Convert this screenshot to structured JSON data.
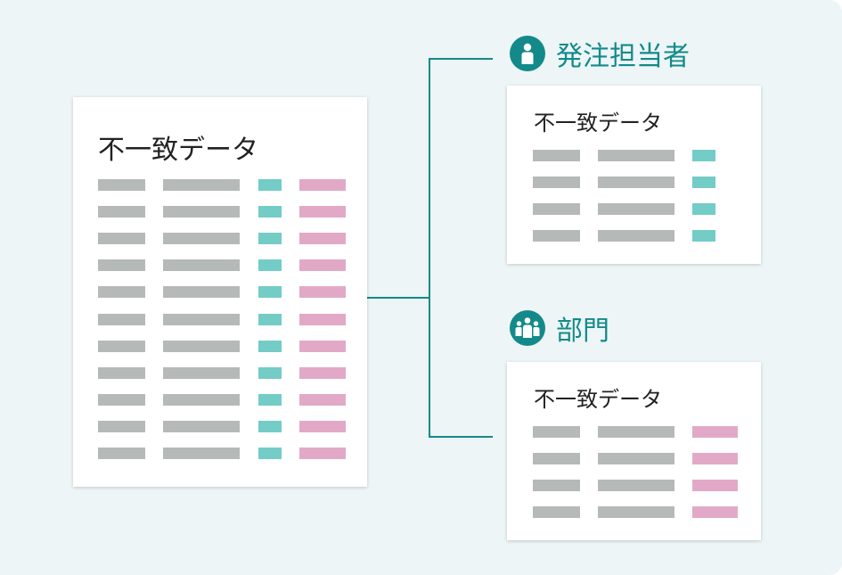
{
  "colors": {
    "background": "#edf5f7",
    "accent": "#138a89",
    "gray_cell": "#b5b9b8",
    "teal_cell": "#73ccc6",
    "pink_cell": "#e2a9c7"
  },
  "main_card": {
    "title": "不一致データ",
    "row_count": 11,
    "columns": [
      "gray",
      "gray",
      "teal",
      "pink"
    ]
  },
  "branches": [
    {
      "label": "発注担当者",
      "icon": "person-icon",
      "card": {
        "title": "不一致データ",
        "row_count": 4,
        "columns": [
          "gray",
          "gray",
          "teal"
        ]
      }
    },
    {
      "label": "部門",
      "icon": "group-icon",
      "card": {
        "title": "不一致データ",
        "row_count": 4,
        "columns": [
          "gray",
          "gray",
          "pink"
        ]
      }
    }
  ]
}
